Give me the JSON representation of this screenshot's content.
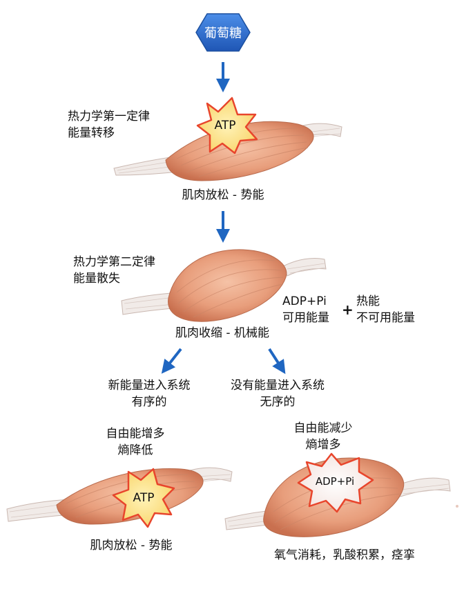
{
  "source": "葡萄糖",
  "stage1": {
    "law": [
      "热力学第一定律",
      "能量转移"
    ],
    "energy_label": "ATP",
    "state": "肌肉放松 - 势能"
  },
  "stage2": {
    "law": [
      "热力学第二定律",
      "能量散失"
    ],
    "products": {
      "left_top": "ADP+Pi",
      "left_bottom": "可用能量",
      "plus": "+",
      "right_top": "热能",
      "right_bottom": "不可用能量"
    },
    "state": "肌肉收缩 - 机械能"
  },
  "branch_left": {
    "condition": [
      "新能量进入系统",
      "有序的"
    ],
    "entropy": [
      "自由能增多",
      "熵降低"
    ],
    "energy_label": "ATP",
    "state": "肌肉放松 - 势能"
  },
  "branch_right": {
    "condition": [
      "没有能量进入系统",
      "无序的"
    ],
    "entropy": [
      "自由能减少",
      "熵增多"
    ],
    "energy_label": "ADP+Pi",
    "state": "氧气消耗，乳酸积累，痉挛"
  },
  "colors": {
    "hexagon_fill": "#2f6fd0",
    "hexagon_text": "#ffffff",
    "arrow": "#1f66c1",
    "muscle": "#e9a27f",
    "tendon": "#f2ece9",
    "star_fill_atp": "#fbe08a",
    "star_fill_adp": "#f7e9e6",
    "star_stroke": "#e8452c"
  }
}
